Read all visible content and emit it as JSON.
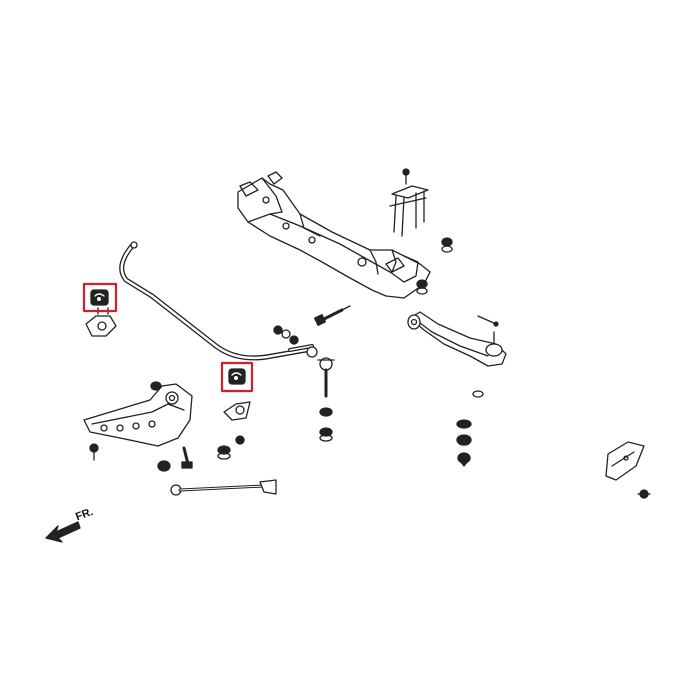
{
  "diagram": {
    "direction_label": "FR.",
    "line_color": "#222222",
    "highlight_color": "#d0202a",
    "highlighted_parts": [
      "sway-bar-bushing-left",
      "sway-bar-bushing-center"
    ]
  }
}
